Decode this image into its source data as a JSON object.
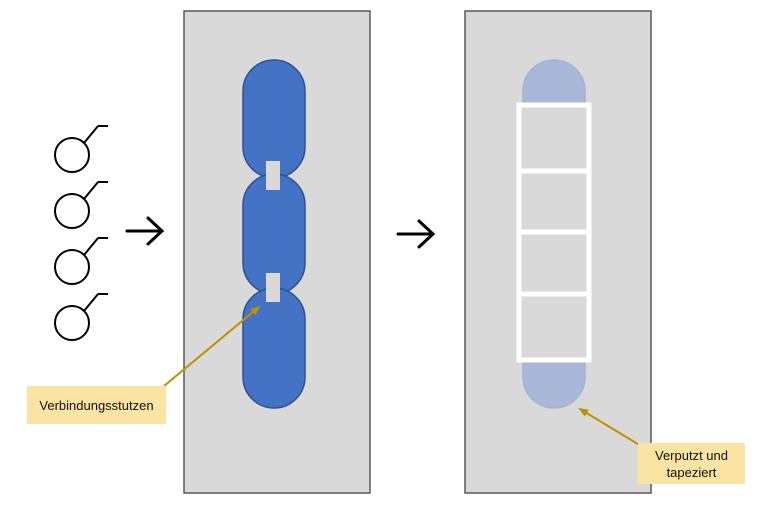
{
  "callouts": {
    "left": {
      "label": "Verbindungsstutzen"
    },
    "right": {
      "line1": "Verputzt und",
      "line2": "tapeziert"
    }
  },
  "arrows": {
    "step_glyph": "→"
  },
  "icons": [
    "magnifier-icon",
    "magnifier-icon",
    "magnifier-icon",
    "magnifier-icon"
  ],
  "colors": {
    "panel_fill": "#d9d9d9",
    "panel_border": "#595959",
    "segment_fill": "#4472c4",
    "segment_border": "#2f528f",
    "segment_faded": "#a9b8d8",
    "connector": "#d9d9d9",
    "leader": "#bf9000",
    "callout_fill": "#fbe3a3"
  }
}
